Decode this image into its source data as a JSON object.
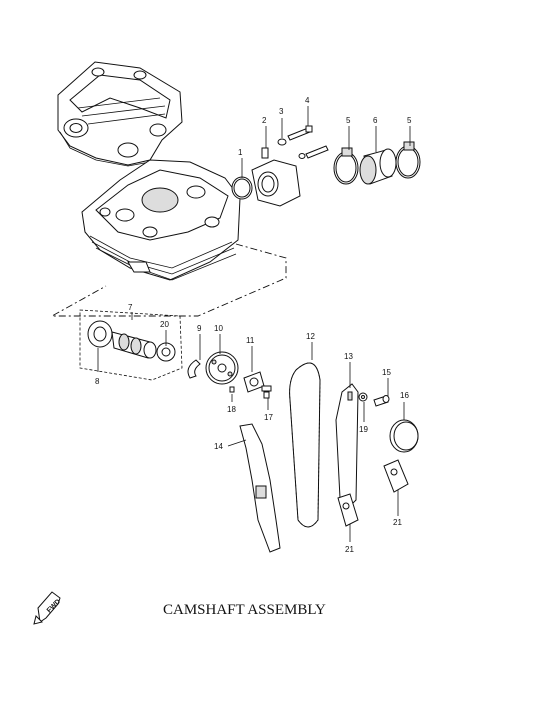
{
  "title": "CAMSHAFT ASSEMBLY",
  "fwd_label": "FWD",
  "callouts": [
    "1",
    "2",
    "3",
    "4",
    "5",
    "6",
    "5",
    "7",
    "20",
    "8",
    "9",
    "10",
    "11",
    "12",
    "13",
    "18",
    "17",
    "15",
    "16",
    "19",
    "14",
    "21",
    "21"
  ],
  "parts": {
    "cylinder_head_cover": "cylinder-head-cover",
    "cylinder_head": "cylinder-head",
    "camshaft": "camshaft",
    "cam_sprocket": "cam-sprocket",
    "timing_chain": "timing-chain",
    "chain_guide": "chain-guide",
    "chain_tensioner_guide": "chain-tensioner-guide"
  }
}
